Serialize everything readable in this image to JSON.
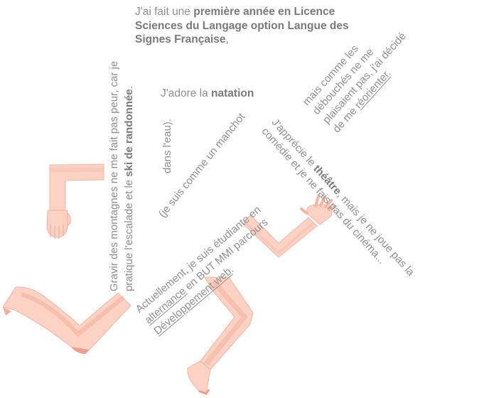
{
  "paragraphs": {
    "intro": {
      "line1_pre": "J'ai fait une ",
      "line1_bold": "première année en Licence",
      "line2_bold": "Sciences du Langage option Langue des",
      "line3_bold": "Signes Française",
      "line3_post": ","
    },
    "swim": {
      "pre": "J'adore la ",
      "bold": "natation"
    },
    "water": {
      "text": "dans l'eau)."
    },
    "penguin": {
      "text": "(je suis comme un manchot"
    },
    "reorient": {
      "line1": "mais comme les",
      "line2": "débouchés ne me",
      "line3": "plaisaient pas, j'ai décidé",
      "line4_pre": "de me ",
      "line4_link": "réorienter",
      "line4_post": "."
    },
    "theatre": {
      "line1_pre": "J'apprécie le ",
      "line1_bold": "théâtre",
      "line1_post": ", mais je ne joue pas la",
      "line2": "comédie et je ne fais pas du cinéma..."
    },
    "mountains": {
      "line1": "Gravir des montagnes ne me fait pas peur, car je",
      "line2_pre": "pratique l'escalade et le ",
      "line2_bold": "ski de randonnée",
      "line2_post": "."
    },
    "study": {
      "line1": "Actuellement, je suis étudiante en",
      "line2_link": "alternance",
      "line2_post": " en BUT MMI parcours",
      "line3_link": "Développement web",
      "line3_post": "."
    }
  },
  "colors": {
    "text": "#8f8f8f",
    "text_bold": "#7a7a7a",
    "limb_light": "#fbd2c3",
    "limb_mid": "#f7b9a6",
    "limb_shadow": "#ee9f8b",
    "limb_outline": "#f3ab98"
  },
  "illustrations": {
    "upper_arm": "bent-arm-hand-down-icon",
    "right_arm": "arm-waving-hand-icon",
    "left_leg": "bent-leg-foot-icon",
    "bottom_leg": "leg-kicking-icon"
  }
}
